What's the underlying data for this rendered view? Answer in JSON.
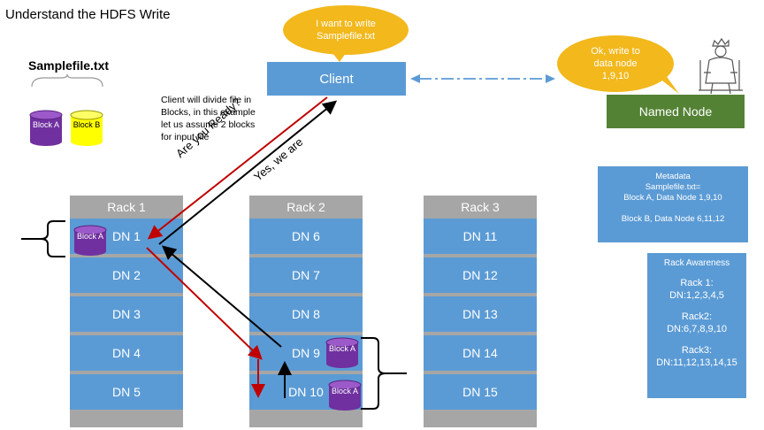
{
  "title": "Understand the HDFS Write",
  "file_name": "Samplefile.txt",
  "blocks": {
    "a": "Block A",
    "b": "Block B"
  },
  "client": {
    "label": "Client",
    "bubble": "I want to write Samplefile.txt"
  },
  "named_node": {
    "label": "Named Node",
    "bubble": "Ok, write to data node 1,9,10"
  },
  "note": "Client will divide file in Blocks, in this example let us assume 2 blocks for input file",
  "arrows": {
    "ready": "Are you Ready?",
    "yes": "Yes, we are"
  },
  "racks": [
    {
      "name": "Rack 1",
      "nodes": [
        "DN 1",
        "DN 2",
        "DN 3",
        "DN 4",
        "DN 5"
      ]
    },
    {
      "name": "Rack 2",
      "nodes": [
        "DN 6",
        "DN 7",
        "DN 8",
        "DN 9",
        "DN 10"
      ]
    },
    {
      "name": "Rack 3",
      "nodes": [
        "DN 11",
        "DN 12",
        "DN 13",
        "DN 14",
        "DN 15"
      ]
    }
  ],
  "metadata": {
    "title": "Metadata",
    "file": "Samplefile.txt=",
    "line_a": "Block A, Data Node 1,9,10",
    "line_b": "Block B, Data Node 6,11,12"
  },
  "rack_awareness": {
    "title": "Rack Awareness",
    "r1_name": "Rack 1:",
    "r1_nodes": "DN:1,2,3,4,5",
    "r2_name": "Rack2:",
    "r2_nodes": "DN:6,7,8,9,10",
    "r3_name": "Rack3:",
    "r3_nodes": "DN:11,12,13,14,15"
  },
  "colors": {
    "box_blue": "#5b9bd5",
    "bubble_orange": "#f2b81c",
    "named_green": "#548235",
    "rack_grey": "#a6a6a6",
    "block_purple": "#7030a0",
    "block_yellow": "#ffff00",
    "arrow_red": "#c00000"
  }
}
